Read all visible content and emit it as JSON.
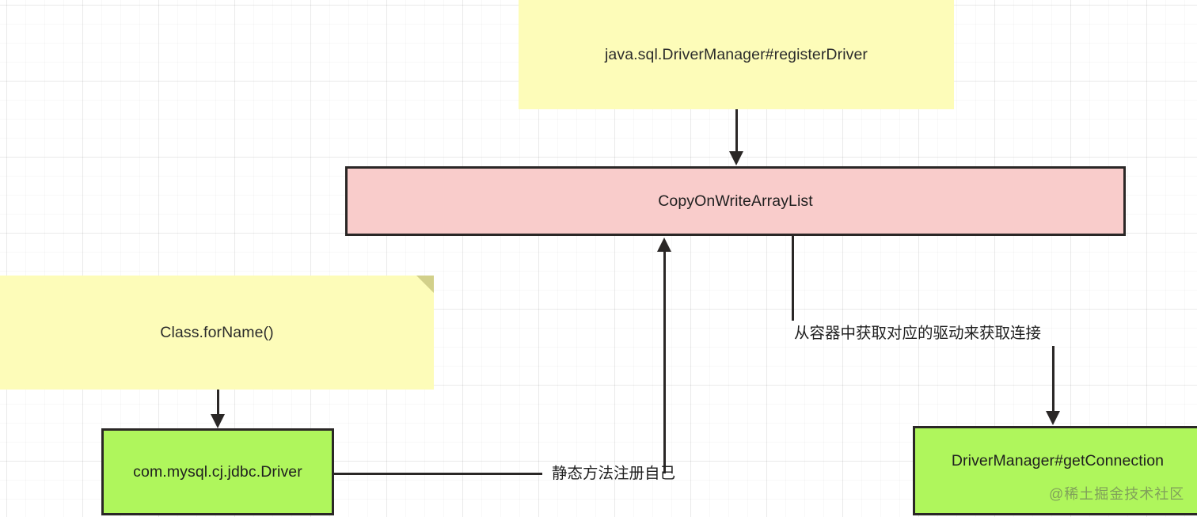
{
  "diagram": {
    "title": "JDBC DriverManager registration flow",
    "background": {
      "style": "grid",
      "page_color": "#ffffff",
      "grid_color": "#e8e8e8"
    },
    "colors": {
      "note_yellow": "#fdfcb9",
      "note_fold": "#d2d08a",
      "box_pink": "#f9cccb",
      "box_green": "#aff65c",
      "stroke": "#2a2726",
      "text": "#1f1f1f"
    },
    "nodes": [
      {
        "id": "note-register-driver",
        "label": "java.sql.DriverManager#registerDriver",
        "shape": "sticky-note",
        "fill": "#fdfcb9"
      },
      {
        "id": "box-copyonwritearraylist",
        "label": "CopyOnWriteArrayList",
        "shape": "rectangle",
        "fill": "#f9cccb"
      },
      {
        "id": "note-class-forname",
        "label": "Class.forName()",
        "shape": "sticky-note",
        "fill": "#fdfcb9"
      },
      {
        "id": "box-mysql-driver",
        "label": "com.mysql.cj.jdbc.Driver",
        "shape": "rectangle",
        "fill": "#aff65c"
      },
      {
        "id": "box-get-connection",
        "label": "DriverManager#getConnection",
        "shape": "rectangle",
        "fill": "#aff65c"
      }
    ],
    "edges": [
      {
        "id": "edge-register-to-list",
        "from": "note-register-driver",
        "to": "box-copyonwritearraylist",
        "label": ""
      },
      {
        "id": "edge-forname-to-driver",
        "from": "note-class-forname",
        "to": "box-mysql-driver",
        "label": ""
      },
      {
        "id": "edge-driver-to-list",
        "from": "box-mysql-driver",
        "to": "box-copyonwritearraylist",
        "label": "静态方法注册自己"
      },
      {
        "id": "edge-list-to-getconnection",
        "from": "box-copyonwritearraylist",
        "to": "box-get-connection",
        "label": "从容器中获取对应的驱动来获取连接"
      }
    ]
  },
  "watermark": {
    "text": "@稀土掘金技术社区"
  }
}
